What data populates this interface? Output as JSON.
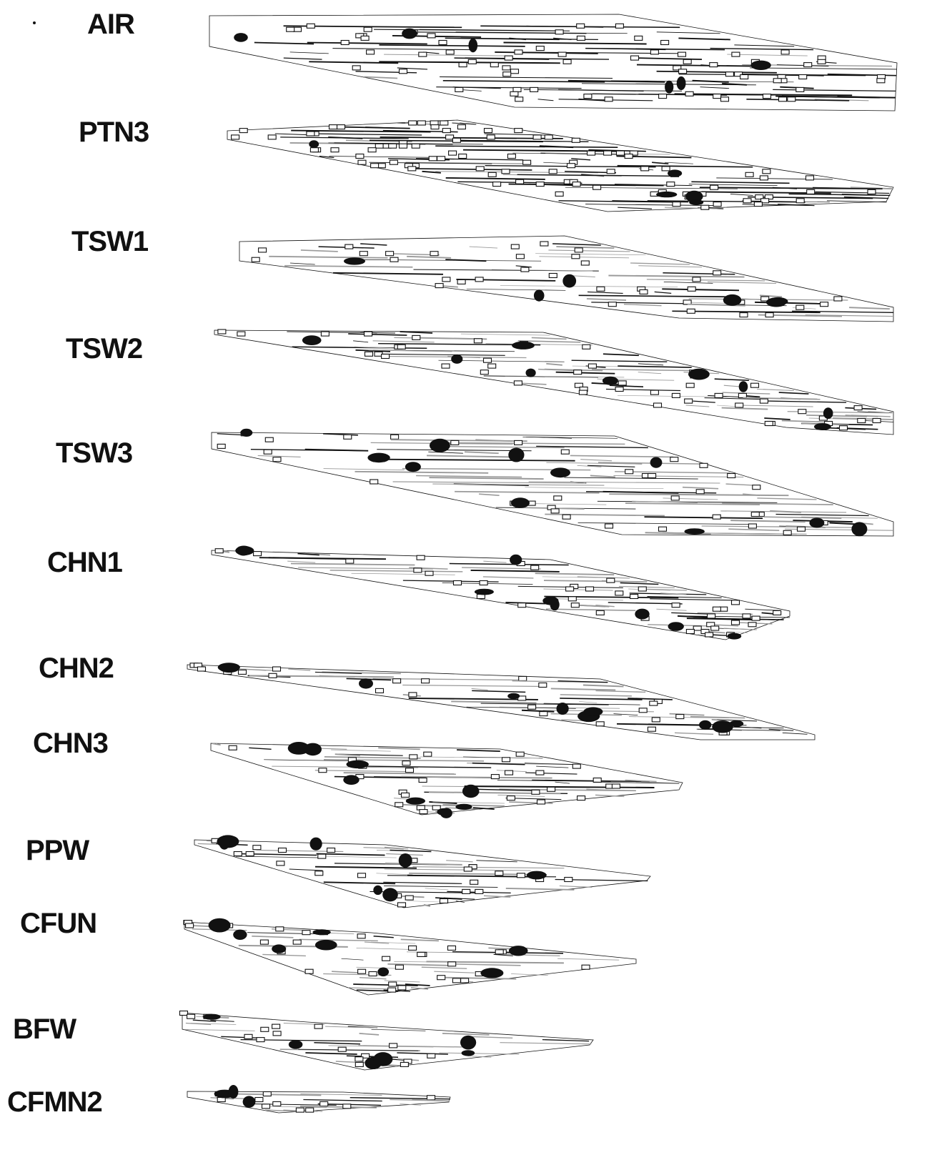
{
  "layers": [
    {
      "label": "AIR"
    },
    {
      "label": "PTN3"
    },
    {
      "label": "TSW1"
    },
    {
      "label": "TSW2"
    },
    {
      "label": "TSW3"
    },
    {
      "label": "CHN1"
    },
    {
      "label": "CHN2"
    },
    {
      "label": "CHN3"
    },
    {
      "label": "PPW"
    },
    {
      "label": "CFUN"
    },
    {
      "label": "BFW"
    },
    {
      "label": "CFMN2"
    }
  ],
  "colors": {
    "ink": "#111111",
    "grid": "#9a9a9a",
    "background": "#ffffff"
  }
}
